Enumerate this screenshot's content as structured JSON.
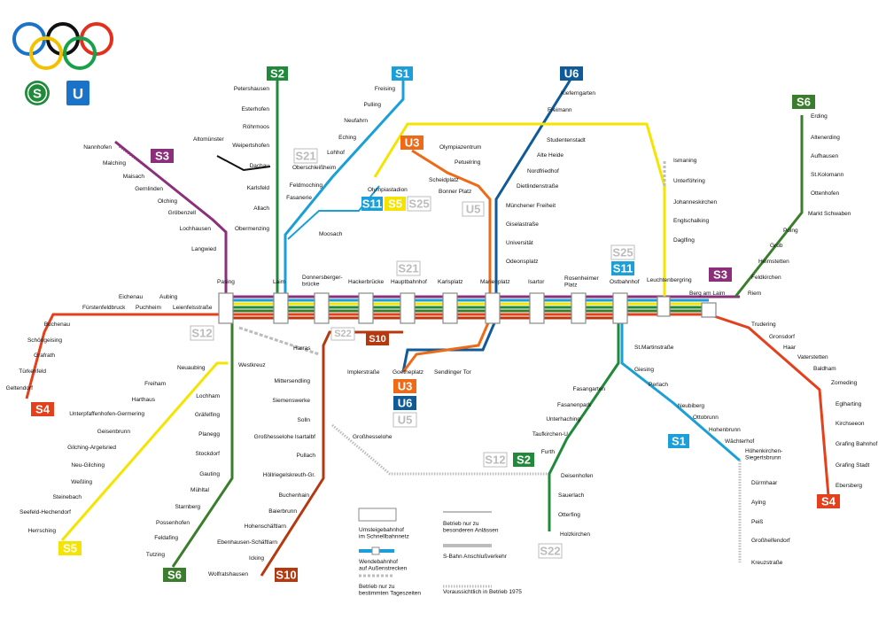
{
  "colors": {
    "S1": "#1a9fd9",
    "S2": "#1f8a3a",
    "S3": "#8b2f7a",
    "S4": "#e3401b",
    "S5": "#f5e400",
    "S6": "#3a7d2c",
    "S10": "#b5380f",
    "S11": "#1a9fd9",
    "S12": "#bcbcbc",
    "S21": "#bcbcbc",
    "S22": "#bcbcbc",
    "S25": "#bcbcbc",
    "U3": "#ee6a16",
    "U5": "#bcbcbc",
    "U6": "#0f5a99",
    "olympic_rings": [
      "#1a72c9",
      "#f2c100",
      "#111111",
      "#18a14a",
      "#e3301c"
    ],
    "s_logo": "#1f8a3a",
    "u_logo": "#1a72c9"
  },
  "logos": {
    "s": "S",
    "u": "U"
  },
  "badges": {
    "S2": "S2",
    "S1": "S1",
    "U6": "U6",
    "S6": "S6",
    "S3": "S3",
    "U3": "U3",
    "S21": "S21",
    "S11": "S11",
    "S5": "S5",
    "S25": "S25",
    "U5": "U5",
    "S12": "S12",
    "S10": "S10",
    "S4": "S4",
    "S22": "S22"
  },
  "stations": {
    "petershausen": "Petershausen",
    "esterhofen": "Esterhofen",
    "roehrmoos": "Röhrmoos",
    "weipertshofen": "Weipertshofen",
    "dachau": "Dachau",
    "karlsfeld": "Karlsfeld",
    "allach": "Allach",
    "obermenzing": "Obermenzing",
    "altomuenster": "Altomünster",
    "freising": "Freising",
    "pulling": "Pulling",
    "neufahrn": "Neufahrn",
    "eching": "Eching",
    "lohhof": "Lohhof",
    "oberschleissheim": "Oberschleißheim",
    "feldmoching": "Feldmoching",
    "fasanerie": "Fasanerie",
    "moosach": "Moosach",
    "olympiastadion": "Olympiastadion",
    "kieferngarten": "Kieferngarten",
    "freimann": "Freimann",
    "studentenstadt": "Studentenstadt",
    "alte_heide": "Alte Heide",
    "nordfriedhof": "Nordfriedhof",
    "dietlindenstrasse": "Dietlindenstraße",
    "muenchener_freiheit": "Münchener Freiheit",
    "giselastrasse": "Giselastraße",
    "universitaet": "Universität",
    "odeonsplatz": "Odeonsplatz",
    "olympiazentrum": "Olympiazentrum",
    "petuelring": "Petuelring",
    "scheidplatz": "Scheidplatz",
    "bonner_platz": "Bonner Platz",
    "ismaning": "Ismaning",
    "unterfoehring": "Unterföhring",
    "johanneskirchen": "Johanneskirchen",
    "englschalking": "Englschalking",
    "daglfing": "Daglfing",
    "leuchtenbergring": "Leuchtenbergring",
    "erding": "Erding",
    "altenerding": "Altenerding",
    "aufhausen": "Aufhausen",
    "st_kolomann": "St.Kolomann",
    "ottenhofen": "Ottenhofen",
    "markt_schwaben": "Markt Schwaben",
    "poing": "Poing",
    "grub": "Grub",
    "heimstetten": "Heimstetten",
    "feldkirchen": "Feldkirchen",
    "riem": "Riem",
    "berg_am_laim": "Berg am Laim",
    "nannhofen": "Nannhofen",
    "maisach": "Maisach",
    "malching": "Malching",
    "gernlinden": "Gernlinden",
    "olching": "Olching",
    "groebenzell": "Gröbenzell",
    "lochhausen": "Lochhausen",
    "langwied": "Langwied",
    "pasing": "Pasing",
    "laim": "Laim",
    "donnersbergerbruecke": "Donnersberger-\nbrücke",
    "hackerbruecke": "Hackerbrücke",
    "hauptbahnhof": "Hauptbahnhof",
    "karlsplatz": "Karlsplatz",
    "marienplatz": "Marienplatz",
    "isartor": "Isartor",
    "rosenheimer_platz": "Rosenheimer\nPlatz",
    "ostbahnhof": "Ostbahnhof",
    "eichenau": "Eichenau",
    "aubing": "Aubing",
    "fuerstenfeldbruck": "Fürstenfeldbruck",
    "puchheim": "Puchheim",
    "leienfelsstrasse": "Leienfelsstraße",
    "buchenau": "Buchenau",
    "schoengeising": "Schöngeising",
    "grafrath": "Grafrath",
    "tuerkenfeld": "Türkenfeld",
    "geltendorf": "Geltendorf",
    "trudering": "Trudering",
    "gronsdorf": "Gronsdorf",
    "haar": "Haar",
    "vaterstetten": "Vaterstetten",
    "baldham": "Baldham",
    "zorneding": "Zorneding",
    "eglharting": "Eglharting",
    "kirchseeon": "Kirchseeon",
    "grafing_bahnhof": "Grafing Bahnhof",
    "grafing_stadt": "Grafing Stadt",
    "ebersberg": "Ebersberg",
    "neuaubing": "Neuaubing",
    "westkreuz": "Westkreuz",
    "freiham": "Freiham",
    "harthaus": "Harthaus",
    "unterpfaffenhofen": "Unterpfaffenhofen-Germering",
    "geisenbrunn": "Geisenbrunn",
    "gilching": "Gilching-Argelsried",
    "neu_gilching": "Neu-Gilching",
    "wessling": "Weßling",
    "steinebach": "Steinebach",
    "seefeld": "Seefeld-Hechendorf",
    "herrsching": "Herrsching",
    "lochham": "Lochham",
    "graefelfing": "Gräfelfing",
    "planegg": "Planegg",
    "stockdorf": "Stockdorf",
    "gauting": "Gauting",
    "muehltal": "Mühltal",
    "starnberg": "Starnberg",
    "possenhofen": "Possenhofen",
    "feldafing": "Feldafing",
    "tutzing": "Tutzing",
    "harras": "Harras",
    "implerstrasse": "Implerstraße",
    "goetheplatz": "Goetheplatz",
    "sendlinger_tor": "Sendlinger Tor",
    "mittersendling": "Mittersendling",
    "siemenswerke": "Siemenswerke",
    "solln": "Solln",
    "grosshesselohe_isartal": "Großhesselohe Isartalbf",
    "grosshesselohe": "Großhesselohe",
    "pullach": "Pullach",
    "hoellriegelskreuth": "Höllriegelskreuth-Gr.",
    "buchenhain": "Buchenhain",
    "baierbrunn": "Baierbrunn",
    "hohenschaeftlarn": "Hohenschäftlarn",
    "ebenhausen": "Ebenhausen-Schäftlarn",
    "icking": "Icking",
    "wolfratshausen": "Wolfratshausen",
    "st_martinstrasse": "St.Martinstraße",
    "giesing": "Giesing",
    "perlach": "Perlach",
    "fasangarten": "Fasangarten",
    "fasanenpark": "Fasanenpark",
    "unterhaching": "Unterhaching",
    "taufkirchen": "Taufkirchen-U",
    "furth": "Furth",
    "deisenhofen": "Deisenhofen",
    "sauerlach": "Sauerlach",
    "otterfing": "Otterfing",
    "holzkirchen": "Holzkirchen",
    "neubiberg": "Neubiberg",
    "ottobrunn": "Ottobrunn",
    "hohenbrunn": "Hohenbrunn",
    "wächterhof": "Wächterhof",
    "hoehenkirchen": "Höhenkirchen-\nSiegertsbrunn",
    "duernhaar": "Dürrnhaar",
    "aying": "Aying",
    "peiss": "Peiß",
    "grosshelfendorf": "Großhelfendorf",
    "kreuzstrasse": "Kreuzstraße"
  },
  "legend": {
    "umsteige": "Umsteigebahnhof\nim Schnellbahnnetz",
    "wende": "Wendebahnhof\nauf Außenstrecken",
    "tageszeiten": "Betrieb nur zu\nbestimmten Tageszeiten",
    "anlaesse": "Betrieb nur zu\nbesonderen Anlässen",
    "anschluss": "S-Bahn Anschlußverkehr",
    "voraussichtlich": "Voraussichtlich in Betrieb 1975"
  }
}
